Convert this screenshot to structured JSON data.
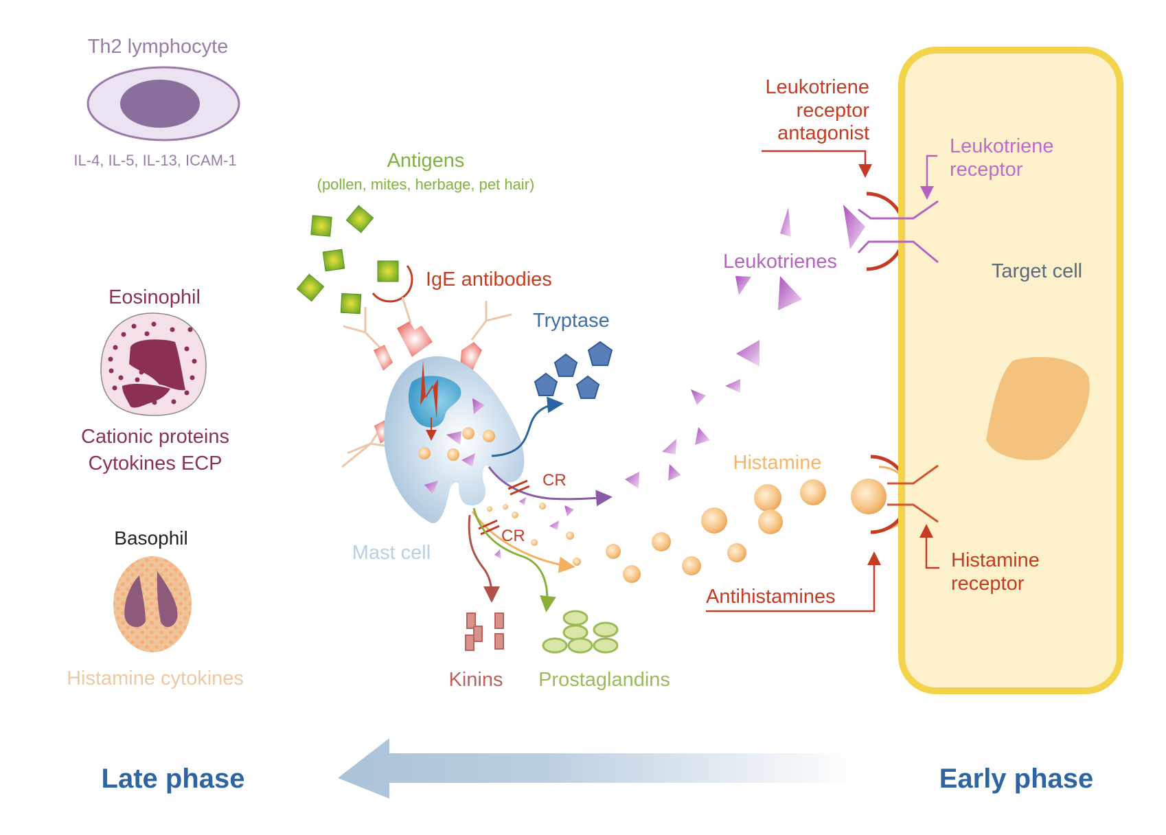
{
  "title": "Allergic reaction: early and late phase",
  "colors": {
    "th2": "#9a7aa8",
    "eosinophil": "#8c2f55",
    "basophil_text": "#efc7a0",
    "antigen": "#7fb23a",
    "ige": "#c23b22",
    "tryptase": "#3a6fa8",
    "leukotriene": "#b462c0",
    "histamine": "#f5b56a",
    "target_cell_fill": "#fdf1cc",
    "target_cell_border": "#f3d24c",
    "phase_text": "#2e64a0",
    "mast_cell": "#b8d0e4",
    "kinins": "#b8625c",
    "prostaglandins": "#9aba58"
  },
  "late_phase_cells": {
    "th2": {
      "name": "Th2 lymphocyte",
      "products": "IL-4, IL-5, IL-13, ICAM-1"
    },
    "eosinophil": {
      "name": "Eosinophil",
      "products_line1": "Cationic proteins",
      "products_line2": "Cytokines ECP"
    },
    "basophil": {
      "name": "Basophil",
      "products": "Histamine cytokines"
    }
  },
  "antigens": {
    "label": "Antigens",
    "examples": "(pollen, mites, herbage, pet hair)"
  },
  "ige": {
    "label": "IgE antibodies"
  },
  "tryptase": {
    "label": "Tryptase"
  },
  "mast_cell": {
    "label": "Mast cell"
  },
  "cr_labels": [
    "CR",
    "CR"
  ],
  "kinins": {
    "label": "Kinins"
  },
  "prostaglandins": {
    "label": "Prostaglandins"
  },
  "leukotrienes": {
    "label": "Leukotrienes"
  },
  "histamine": {
    "label": "Histamine"
  },
  "leukotriene_antagonist": {
    "line1": "Leukotriene",
    "line2": "receptor",
    "line3": "antagonist"
  },
  "leukotriene_receptor": {
    "line1": "Leukotriene",
    "line2": "receptor"
  },
  "target_cell": {
    "label": "Target cell"
  },
  "antihistamines": {
    "label": "Antihistamines"
  },
  "histamine_receptor": {
    "line1": "Histamine",
    "line2": "receptor"
  },
  "phases": {
    "late": "Late phase",
    "early": "Early phase",
    "direction": "early-to-late"
  }
}
